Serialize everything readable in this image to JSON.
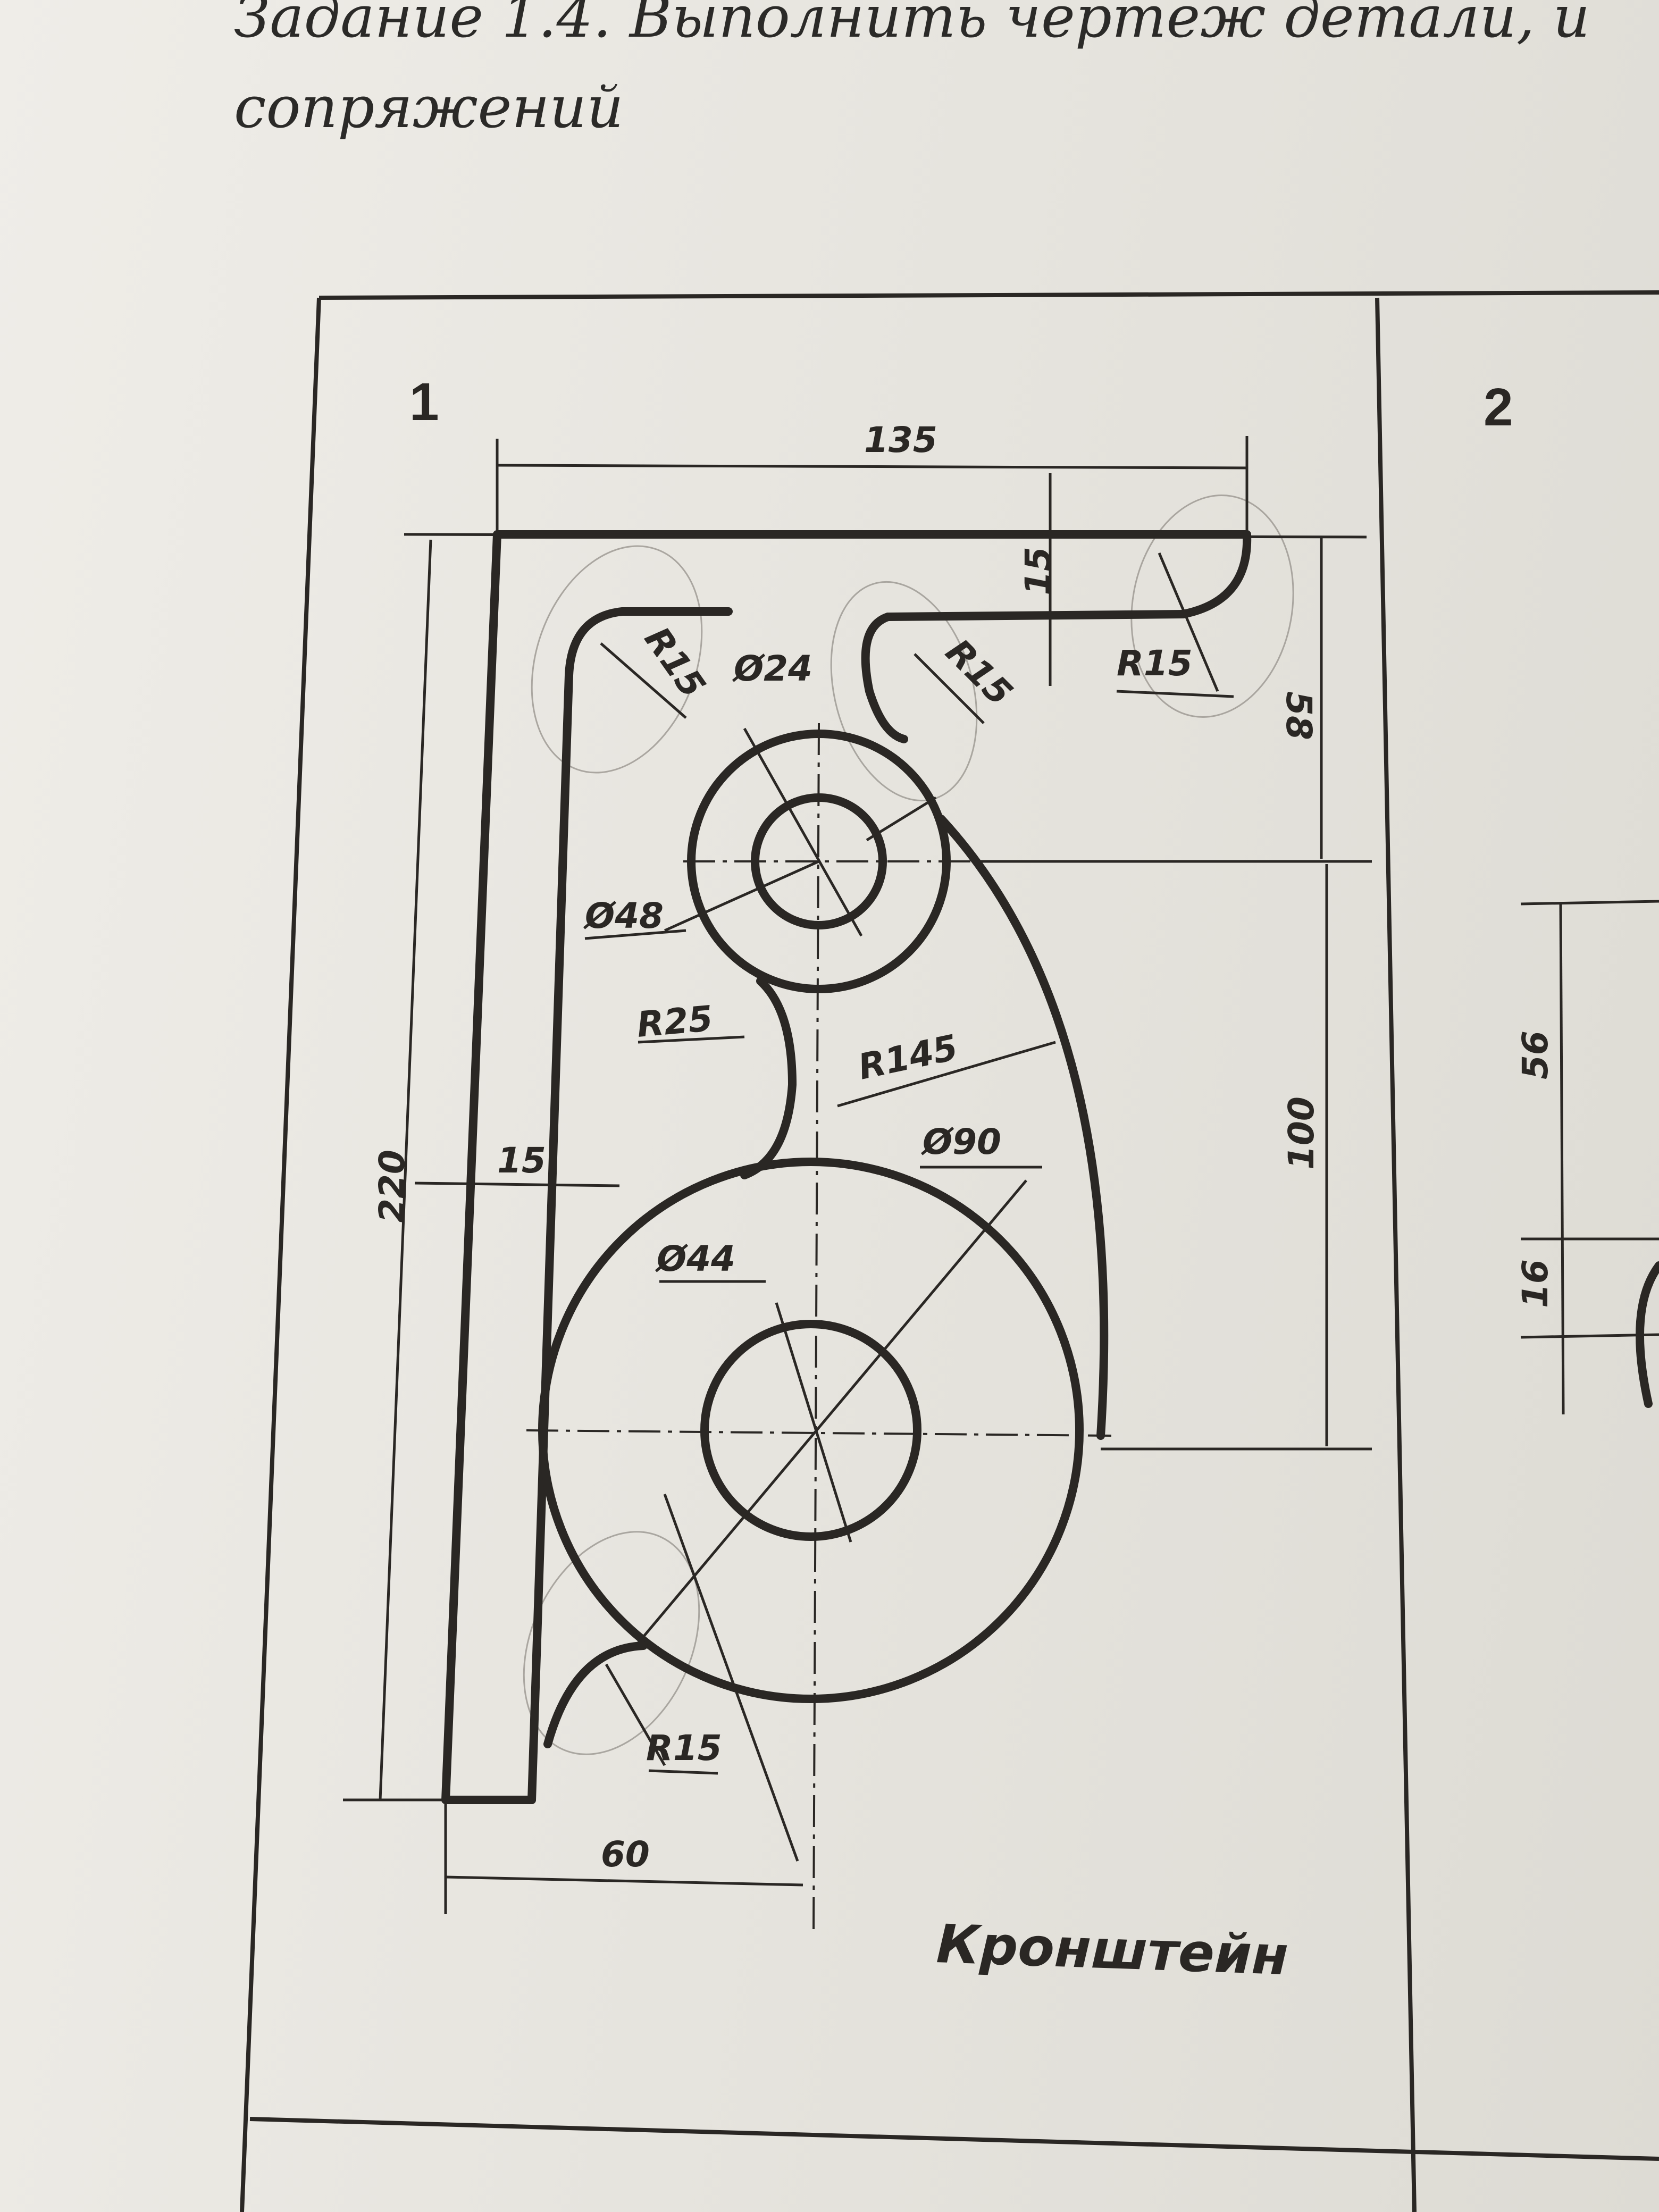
{
  "heading": {
    "line1": "Задание 1.4. Выполнить чертеж детали, и",
    "line2": "сопряжений"
  },
  "panels": {
    "left_number": "1",
    "right_number": "2"
  },
  "drawing": {
    "caption": "Кронштейн",
    "dimensions": {
      "overall_width": "135",
      "flange_thickness": "15",
      "top_offset": "58",
      "center_distance": "100",
      "overall_height": "220",
      "wall_thickness": "15",
      "bottom_offset": "60",
      "fillet_top_left": "R15",
      "fillet_top_mid": "R15",
      "fillet_top_right": "R15",
      "fillet_bottom": "R15",
      "arc_concave": "R25",
      "arc_outer": "R145",
      "small_hole": "Ø24",
      "small_boss": "Ø48",
      "large_hole": "Ø44",
      "large_boss": "Ø90"
    },
    "right_panel_dims": {
      "a": "56",
      "b": "16"
    }
  }
}
